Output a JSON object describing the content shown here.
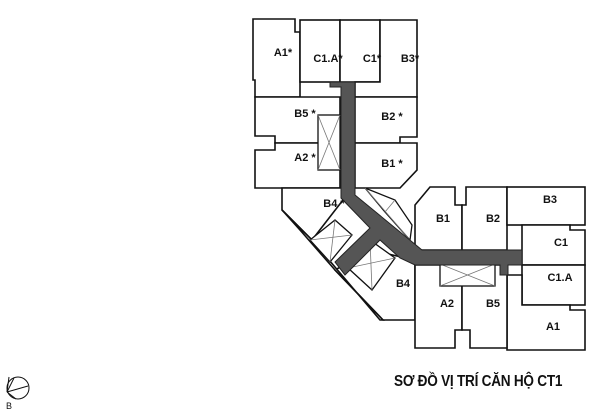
{
  "title": "SƠ ĐỒ VỊ TRÍ CĂN HỘ CT1",
  "compass": {
    "letter": "B",
    "icon": "compass-icon"
  },
  "upper_block": {
    "rooms": [
      "A1*",
      "C1.A*",
      "C1*",
      "B3*",
      "B5 *",
      "B2 *",
      "A2 *",
      "B1 *",
      "B4 *"
    ]
  },
  "lower_block": {
    "rooms": [
      "B1",
      "B2",
      "B3",
      "C1",
      "C1.A",
      "A1",
      "A2",
      "B5",
      "B4"
    ]
  },
  "colors": {
    "corridor": "#555555",
    "wall": "#111111"
  }
}
